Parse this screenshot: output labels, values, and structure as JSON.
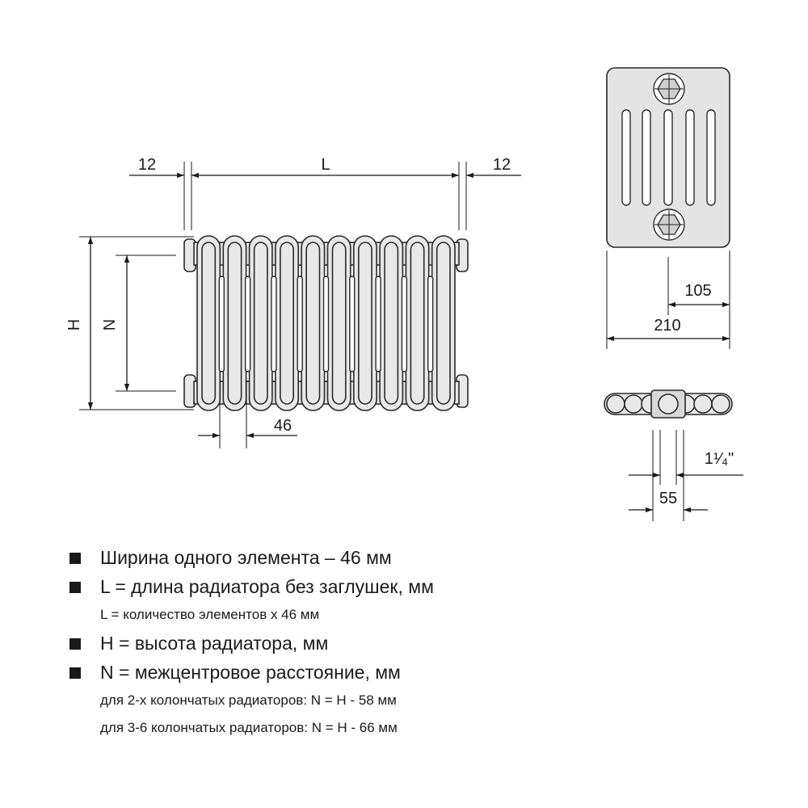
{
  "dimensions": {
    "end_cap_left": "12",
    "length": "L",
    "end_cap_right": "12",
    "height": "H",
    "center_distance": "N",
    "element_width": "46",
    "half_depth": "105",
    "depth": "210",
    "thread": "1¹⁄₄\"",
    "connection_width": "55"
  },
  "legend": {
    "item1": "Ширина одного элемента – 46 мм",
    "item2": "L = длина радиатора без заглушек, мм",
    "item2_note": "L = количество элементов х 46 мм",
    "item3": "H = высота радиатора, мм",
    "item4": "N = межцентровое расстояние, мм",
    "item4_note1": "для 2-х колончатых радиаторов: N = H - 58 мм",
    "item4_note2": "для 3-6 колончатых радиаторов: N = H - 66 мм"
  },
  "colors": {
    "line": "#1a1a1a",
    "fill": "#e4e4e4"
  },
  "icons": [
    "radiator-front-view",
    "radiator-side-view",
    "radiator-top-view",
    "dimension-arrow",
    "square-bullet"
  ]
}
